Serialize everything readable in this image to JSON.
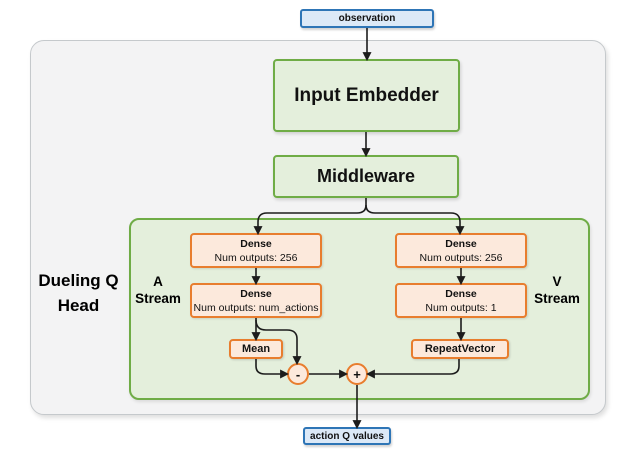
{
  "nodes": {
    "observation": {
      "label": "observation"
    },
    "input_embedder": {
      "label": "Input Embedder"
    },
    "middleware": {
      "label": "Middleware"
    },
    "dueling_q_head": {
      "label": "Dueling Q Head"
    },
    "a_stream": {
      "label": "A Stream"
    },
    "v_stream": {
      "label": "V Stream"
    },
    "a_dense_1": {
      "title": "Dense",
      "subtitle": "Num outputs: 256"
    },
    "a_dense_2": {
      "title": "Dense",
      "subtitle": "Num outputs: num_actions"
    },
    "v_dense_1": {
      "title": "Dense",
      "subtitle": "Num outputs: 256"
    },
    "v_dense_2": {
      "title": "Dense",
      "subtitle": "Num outputs: 1"
    },
    "mean": {
      "label": "Mean"
    },
    "repeat_vector": {
      "label": "RepeatVector"
    },
    "subtract_op": {
      "label": "-"
    },
    "add_op": {
      "label": "+"
    },
    "action_q_values": {
      "label": "action Q values"
    }
  },
  "colors": {
    "blue_border": "#2e75b6",
    "blue_fill": "#dce9f7",
    "green_border": "#6fac46",
    "green_fill": "#e4efdc",
    "orange_border": "#e87d2e",
    "orange_fill": "#fce9dc",
    "container_fill": "#f3f3f4",
    "container_border": "#c5c9cc",
    "arrow": "#1c1c1c"
  }
}
